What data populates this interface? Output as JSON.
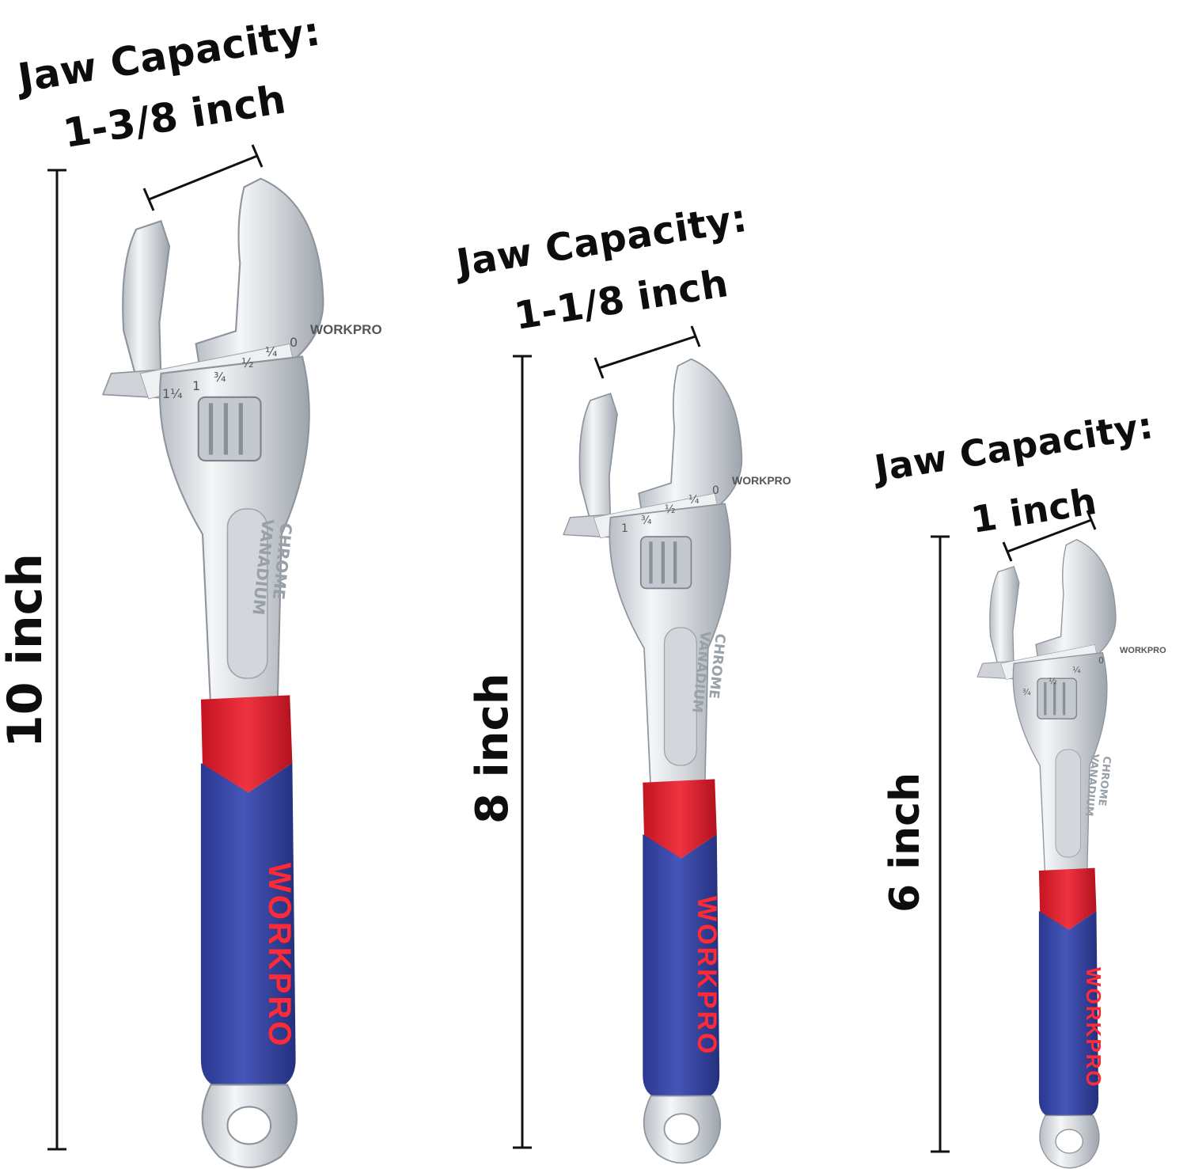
{
  "wrenches": [
    {
      "size": "10 inch",
      "caption_line1": "Jaw Capacity:",
      "caption_line2": "1-3/8 inch",
      "brand_head": "WORKPRO",
      "brand_handle": "WORKPRO",
      "material_line1": "CHROME",
      "material_line2": "VANADIUM",
      "scale": [
        "1¼",
        "1",
        "¾",
        "½",
        "¼",
        "0"
      ]
    },
    {
      "size": "8 inch",
      "caption_line1": "Jaw Capacity:",
      "caption_line2": "1-1/8 inch",
      "brand_head": "WORKPRO",
      "brand_handle": "WORKPRO",
      "material_line1": "CHROME",
      "material_line2": "VANADIUM",
      "scale": [
        "1",
        "¾",
        "½",
        "¼",
        "0"
      ]
    },
    {
      "size": "6 inch",
      "caption_line1": "Jaw Capacity:",
      "caption_line2": "1 inch",
      "brand_head": "WORKPRO",
      "brand_handle": "WORKPRO",
      "material_line1": "CHROME",
      "material_line2": "VANADIUM",
      "scale": [
        "¾",
        "½",
        "¼",
        "0"
      ]
    }
  ],
  "colors": {
    "handle_blue": "#3a4aa8",
    "handle_red": "#e01f2d",
    "chrome": "#d9dde2",
    "text": "#0d0d0d"
  }
}
